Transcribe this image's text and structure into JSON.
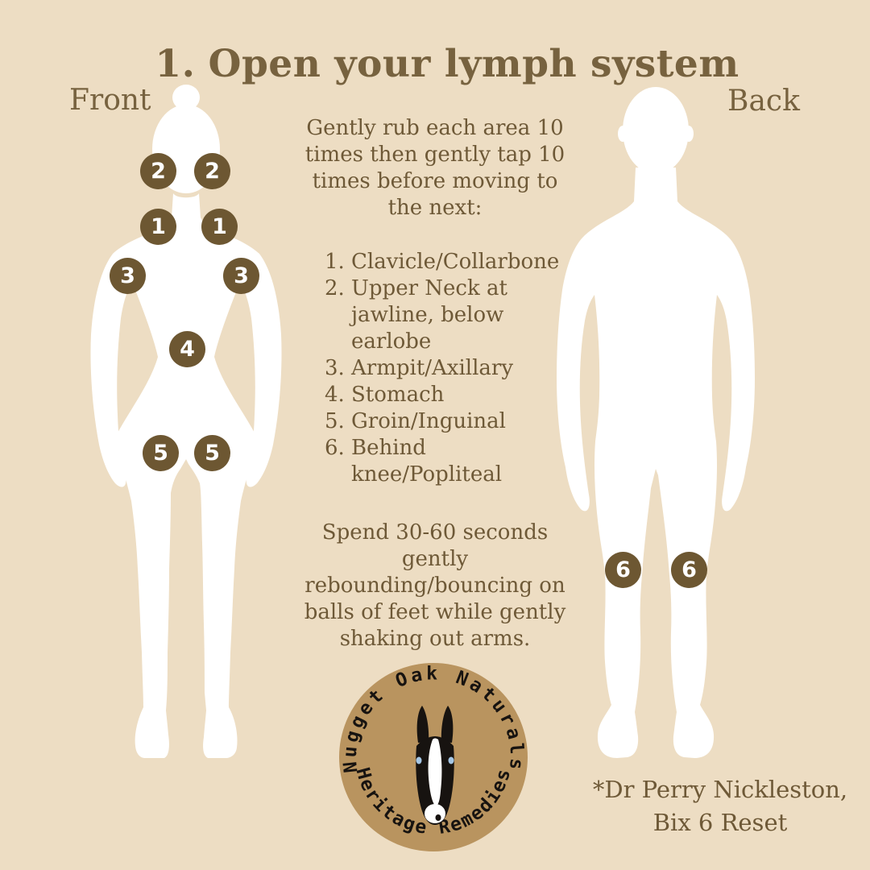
{
  "title": {
    "num": "1.",
    "text": "Open your lymph system"
  },
  "labels": {
    "front": "Front",
    "back": "Back"
  },
  "instructions": {
    "intro": "Gently rub each area 10 times then gently tap 10 times before moving to the next:",
    "items": [
      {
        "num": "1.",
        "text": "Clavicle/Collarbone"
      },
      {
        "num": "2.",
        "text": "Upper Neck at jawline, below earlobe"
      },
      {
        "num": "3.",
        "text": "Armpit/Axillary"
      },
      {
        "num": "4.",
        "text": "Stomach"
      },
      {
        "num": "5.",
        "text": "Groin/Inguinal"
      },
      {
        "num": "6.",
        "text": "Behind knee/Popliteal"
      }
    ],
    "outro": "Spend 30-60 seconds gently rebounding/bouncing on balls of feet while gently shaking out arms."
  },
  "markers": [
    {
      "label": "2"
    },
    {
      "label": "2"
    },
    {
      "label": "1"
    },
    {
      "label": "1"
    },
    {
      "label": "3"
    },
    {
      "label": "3"
    },
    {
      "label": "4"
    },
    {
      "label": "5"
    },
    {
      "label": "5"
    },
    {
      "label": "6"
    },
    {
      "label": "6"
    }
  ],
  "logo": {
    "arc_top": "Nugget Oak Naturals",
    "arc_bottom": "Heritage Remedies",
    "icon": "horse-head-icon"
  },
  "attribution": {
    "line1": "*Dr Perry Nickleston,",
    "line2": "Bix 6 Reset"
  },
  "colors": {
    "bg": "#edddc3",
    "silhouette": "#ffffff",
    "marker": "#6d5732",
    "marker-text": "#ffffff",
    "heading": "#77623f",
    "body-text": "#6e5937",
    "logo-disc": "#b9945f",
    "logo-ink": "#171310",
    "eye-blue": "#a5c6e4"
  }
}
